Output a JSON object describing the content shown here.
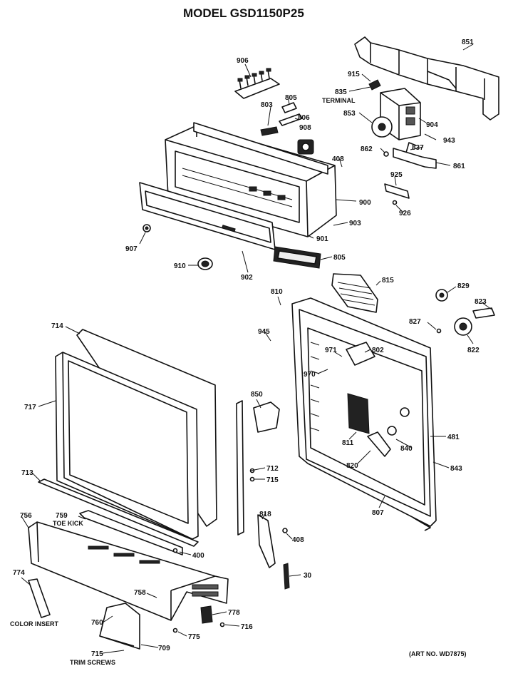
{
  "title": "MODEL GSD1150P25",
  "art_number": "(ART NO. WD7875)",
  "captions": {
    "terminal": "TERMINAL",
    "toe_kick": "TOE KICK",
    "color_insert": "COLOR INSERT",
    "trim_screws": "TRIM SCREWS"
  },
  "part_labels": [
    {
      "id": "p851",
      "text": "851"
    },
    {
      "id": "p906",
      "text": "906"
    },
    {
      "id": "p915",
      "text": "915"
    },
    {
      "id": "p835",
      "text": "835"
    },
    {
      "id": "p805a",
      "text": "805"
    },
    {
      "id": "p803",
      "text": "803"
    },
    {
      "id": "p806",
      "text": "806"
    },
    {
      "id": "p908",
      "text": "908"
    },
    {
      "id": "p853",
      "text": "853"
    },
    {
      "id": "p904",
      "text": "904"
    },
    {
      "id": "p943",
      "text": "943"
    },
    {
      "id": "p837",
      "text": "837"
    },
    {
      "id": "p862",
      "text": "862"
    },
    {
      "id": "p408a",
      "text": "408"
    },
    {
      "id": "p861",
      "text": "861"
    },
    {
      "id": "p925",
      "text": "925"
    },
    {
      "id": "p900",
      "text": "900"
    },
    {
      "id": "p926",
      "text": "926"
    },
    {
      "id": "p903",
      "text": "903"
    },
    {
      "id": "p901",
      "text": "901"
    },
    {
      "id": "p907",
      "text": "907"
    },
    {
      "id": "p805b",
      "text": "805"
    },
    {
      "id": "p910",
      "text": "910"
    },
    {
      "id": "p902",
      "text": "902"
    },
    {
      "id": "p815",
      "text": "815"
    },
    {
      "id": "p810",
      "text": "810"
    },
    {
      "id": "p829",
      "text": "829"
    },
    {
      "id": "p823",
      "text": "823"
    },
    {
      "id": "p827",
      "text": "827"
    },
    {
      "id": "p822",
      "text": "822"
    },
    {
      "id": "p714",
      "text": "714"
    },
    {
      "id": "p945",
      "text": "945"
    },
    {
      "id": "p971",
      "text": "971"
    },
    {
      "id": "p802",
      "text": "802"
    },
    {
      "id": "p970",
      "text": "970"
    },
    {
      "id": "p850",
      "text": "850"
    },
    {
      "id": "p717",
      "text": "717"
    },
    {
      "id": "p811",
      "text": "811"
    },
    {
      "id": "p481",
      "text": "481"
    },
    {
      "id": "p840",
      "text": "840"
    },
    {
      "id": "p820",
      "text": "820"
    },
    {
      "id": "p843",
      "text": "843"
    },
    {
      "id": "p712",
      "text": "712"
    },
    {
      "id": "p715a",
      "text": "715"
    },
    {
      "id": "p713",
      "text": "713"
    },
    {
      "id": "p807",
      "text": "807"
    },
    {
      "id": "p756",
      "text": "756"
    },
    {
      "id": "p759",
      "text": "759"
    },
    {
      "id": "p818",
      "text": "818"
    },
    {
      "id": "p408b",
      "text": "408"
    },
    {
      "id": "p400",
      "text": "400"
    },
    {
      "id": "p30",
      "text": "30"
    },
    {
      "id": "p774",
      "text": "774"
    },
    {
      "id": "p758",
      "text": "758"
    },
    {
      "id": "p778",
      "text": "778"
    },
    {
      "id": "p760",
      "text": "760"
    },
    {
      "id": "p716",
      "text": "716"
    },
    {
      "id": "p775",
      "text": "775"
    },
    {
      "id": "p709",
      "text": "709"
    },
    {
      "id": "p715b",
      "text": "715"
    }
  ]
}
